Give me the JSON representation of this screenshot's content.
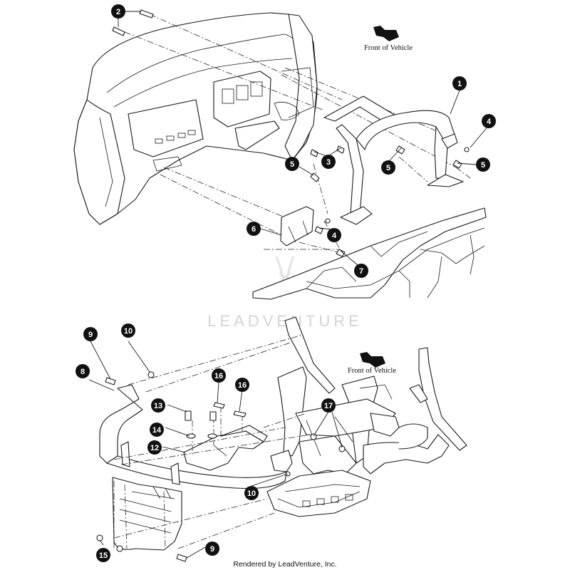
{
  "diagram": {
    "top_front_label": "Front of Vehicle",
    "bottom_front_label": "Front of Vehicle",
    "callouts": {
      "c1": "1",
      "c2": "2",
      "c3": "3",
      "c4a": "4",
      "c4b": "4",
      "c5a": "5",
      "c5b": "5",
      "c5c": "5",
      "c6": "6",
      "c7": "7",
      "c8": "8",
      "c9a": "9",
      "c9b": "9",
      "c10a": "10",
      "c10b": "10",
      "c12": "12",
      "c13": "13",
      "c14": "14",
      "c15": "15",
      "c16a": "16",
      "c16b": "16",
      "c17": "17"
    },
    "watermark": "LEADVENTURE",
    "footer": "Rendered by LeadVenture, Inc."
  }
}
